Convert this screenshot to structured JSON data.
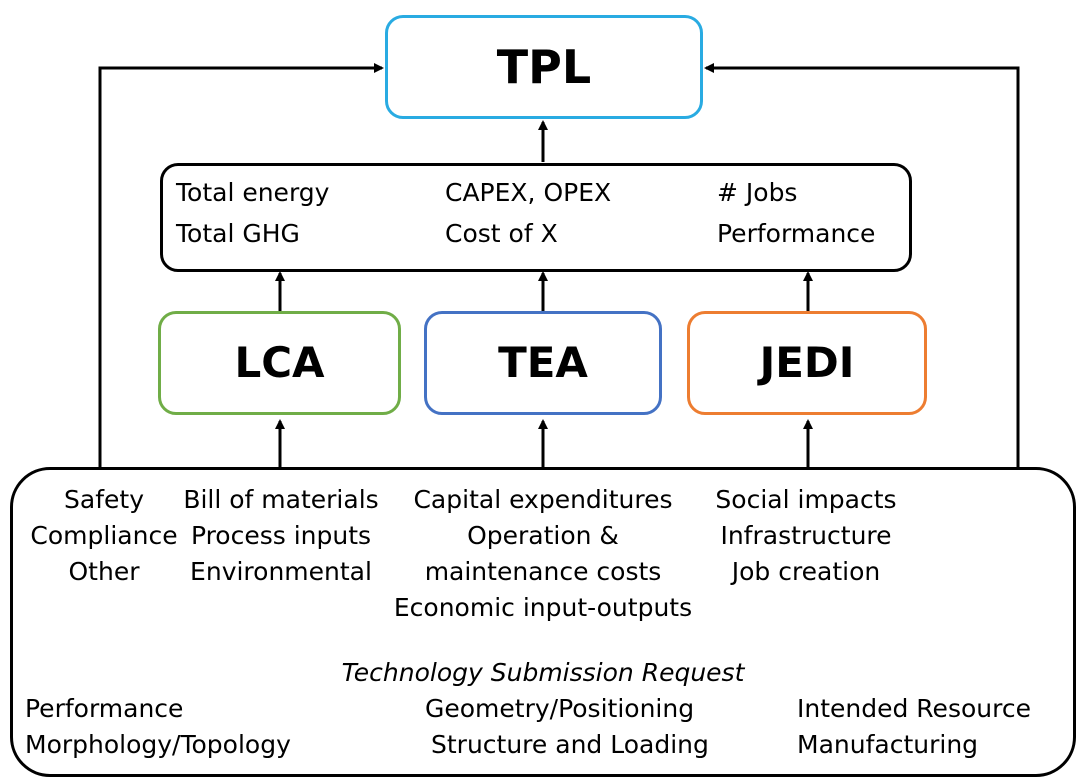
{
  "colors": {
    "tpl_border": "#29abe2",
    "lca_border": "#70ad47",
    "tea_border": "#4472c4",
    "jedi_border": "#ed7d31",
    "line": "#000000"
  },
  "boxes": {
    "tpl": "TPL",
    "lca": "LCA",
    "tea": "TEA",
    "jedi": "JEDI"
  },
  "metrics": {
    "energy": "Total energy",
    "ghg": "Total GHG",
    "capex": "CAPEX, OPEX",
    "cost": "Cost of X",
    "jobs": "# Jobs",
    "performance": "Performance"
  },
  "inputs": {
    "safety": "Safety",
    "compliance": "Compliance",
    "other": "Other",
    "bill": "Bill of materials",
    "process": "Process inputs",
    "environmental": "Environmental",
    "capital": "Capital expenditures",
    "operation": "Operation &",
    "maintenance": "maintenance costs",
    "economic": "Economic input-outputs",
    "social": "Social impacts",
    "infrastructure": "Infrastructure",
    "jobcreation": "Job creation"
  },
  "submission": {
    "title": "Technology Submission Request",
    "performance": "Performance",
    "morphology": "Morphology/Topology",
    "geometry": "Geometry/Positioning",
    "structure": "Structure and Loading",
    "resource": "Intended Resource",
    "manufacturing": "Manufacturing"
  }
}
